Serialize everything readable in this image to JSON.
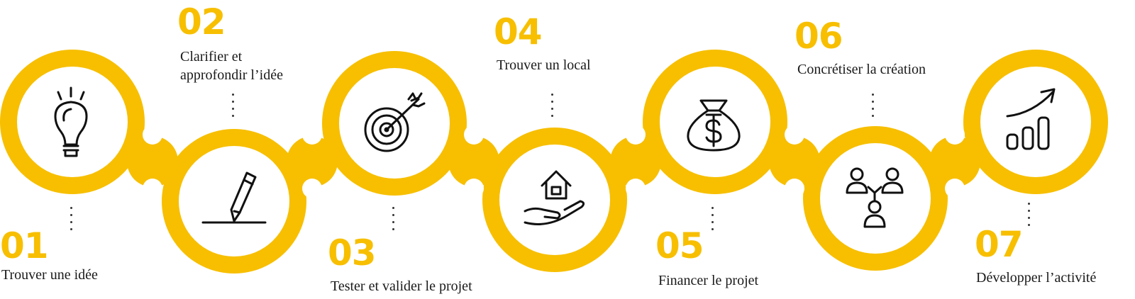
{
  "colors": {
    "accent": "#F7BF00",
    "icon": "#111111",
    "text": "#1a1a1a"
  },
  "steps": [
    {
      "number": "01",
      "label": "Trouver une idée",
      "icon": "lightbulb-icon"
    },
    {
      "number": "02",
      "label": "Clarifier et approfondir l’idée",
      "label_lines": [
        "Clarifier et",
        "approfondir l’idée"
      ],
      "icon": "pencil-icon"
    },
    {
      "number": "03",
      "label": "Tester et valider le projet",
      "icon": "target-icon"
    },
    {
      "number": "04",
      "label": "Trouver un local",
      "icon": "house-in-hand-icon"
    },
    {
      "number": "05",
      "label": "Financer le projet",
      "icon": "money-bag-icon"
    },
    {
      "number": "06",
      "label": "Concrétiser la création",
      "icon": "network-people-icon"
    },
    {
      "number": "07",
      "label": "Développer l’activité",
      "icon": "growth-chart-icon"
    }
  ]
}
